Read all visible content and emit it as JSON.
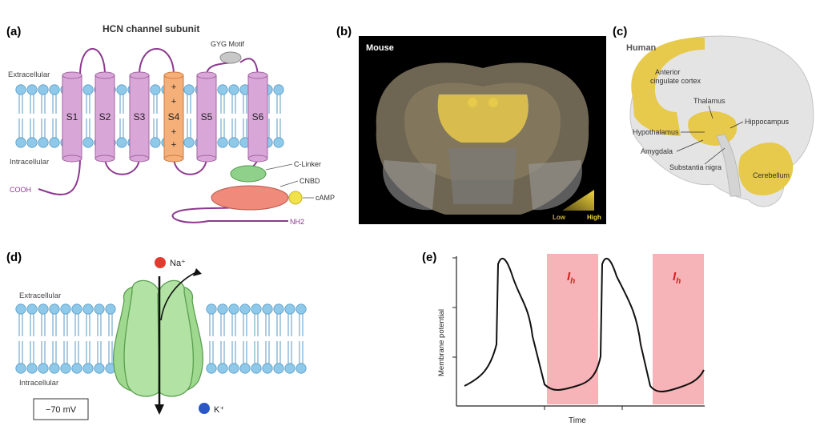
{
  "panels": {
    "a": {
      "letter": "(a)",
      "title": "HCN channel subunit",
      "extracellular": "Extracellular",
      "intracellular": "Intracellular",
      "segments": [
        "S1",
        "S2",
        "S3",
        "S4",
        "S5",
        "S6"
      ],
      "s4_charges": "+",
      "gyg": "GYG Motif",
      "clinker": "C-Linker",
      "cnbd": "CNBD",
      "camp": "cAMP",
      "cooh": "COOH",
      "nh2": "NH2"
    },
    "b": {
      "letter": "(b)",
      "species": "Mouse",
      "low": "Low",
      "high": "High"
    },
    "c": {
      "letter": "(c)",
      "species": "Human",
      "acc_line1": "Anterior",
      "acc_line2": "cingulate cortex",
      "thalamus": "Thalamus",
      "hypothalamus": "Hypothalamus",
      "hippocampus": "Hippocampus",
      "amygdala": "Amygdala",
      "substantia_nigra": "Substantia nigra",
      "cerebellum": "Cerebellum"
    },
    "d": {
      "letter": "(d)",
      "na": "Na⁺",
      "k": "K⁺",
      "extracellular": "Extracellular",
      "intracellular": "Intracellular",
      "voltage": "−70 mV"
    },
    "e": {
      "letter": "(e)",
      "ih_main": "I",
      "ih_sub": "h",
      "ylabel": "Membrane potential",
      "xlabel": "Time"
    }
  },
  "colors": {
    "membrane": "#8ec9ea",
    "helix": "#d9a6d8",
    "s4": "#f5b07a",
    "loop": "#8b3a8e",
    "cnbd": "#f08a7a",
    "clinker": "#8fd18a",
    "camp": "#f1e24a",
    "brain_yellow": "#e7c94b",
    "channel": "#9fd98f",
    "ih_region": "#f7b4b8",
    "na": "#e23b2e",
    "k": "#2a56c6"
  }
}
